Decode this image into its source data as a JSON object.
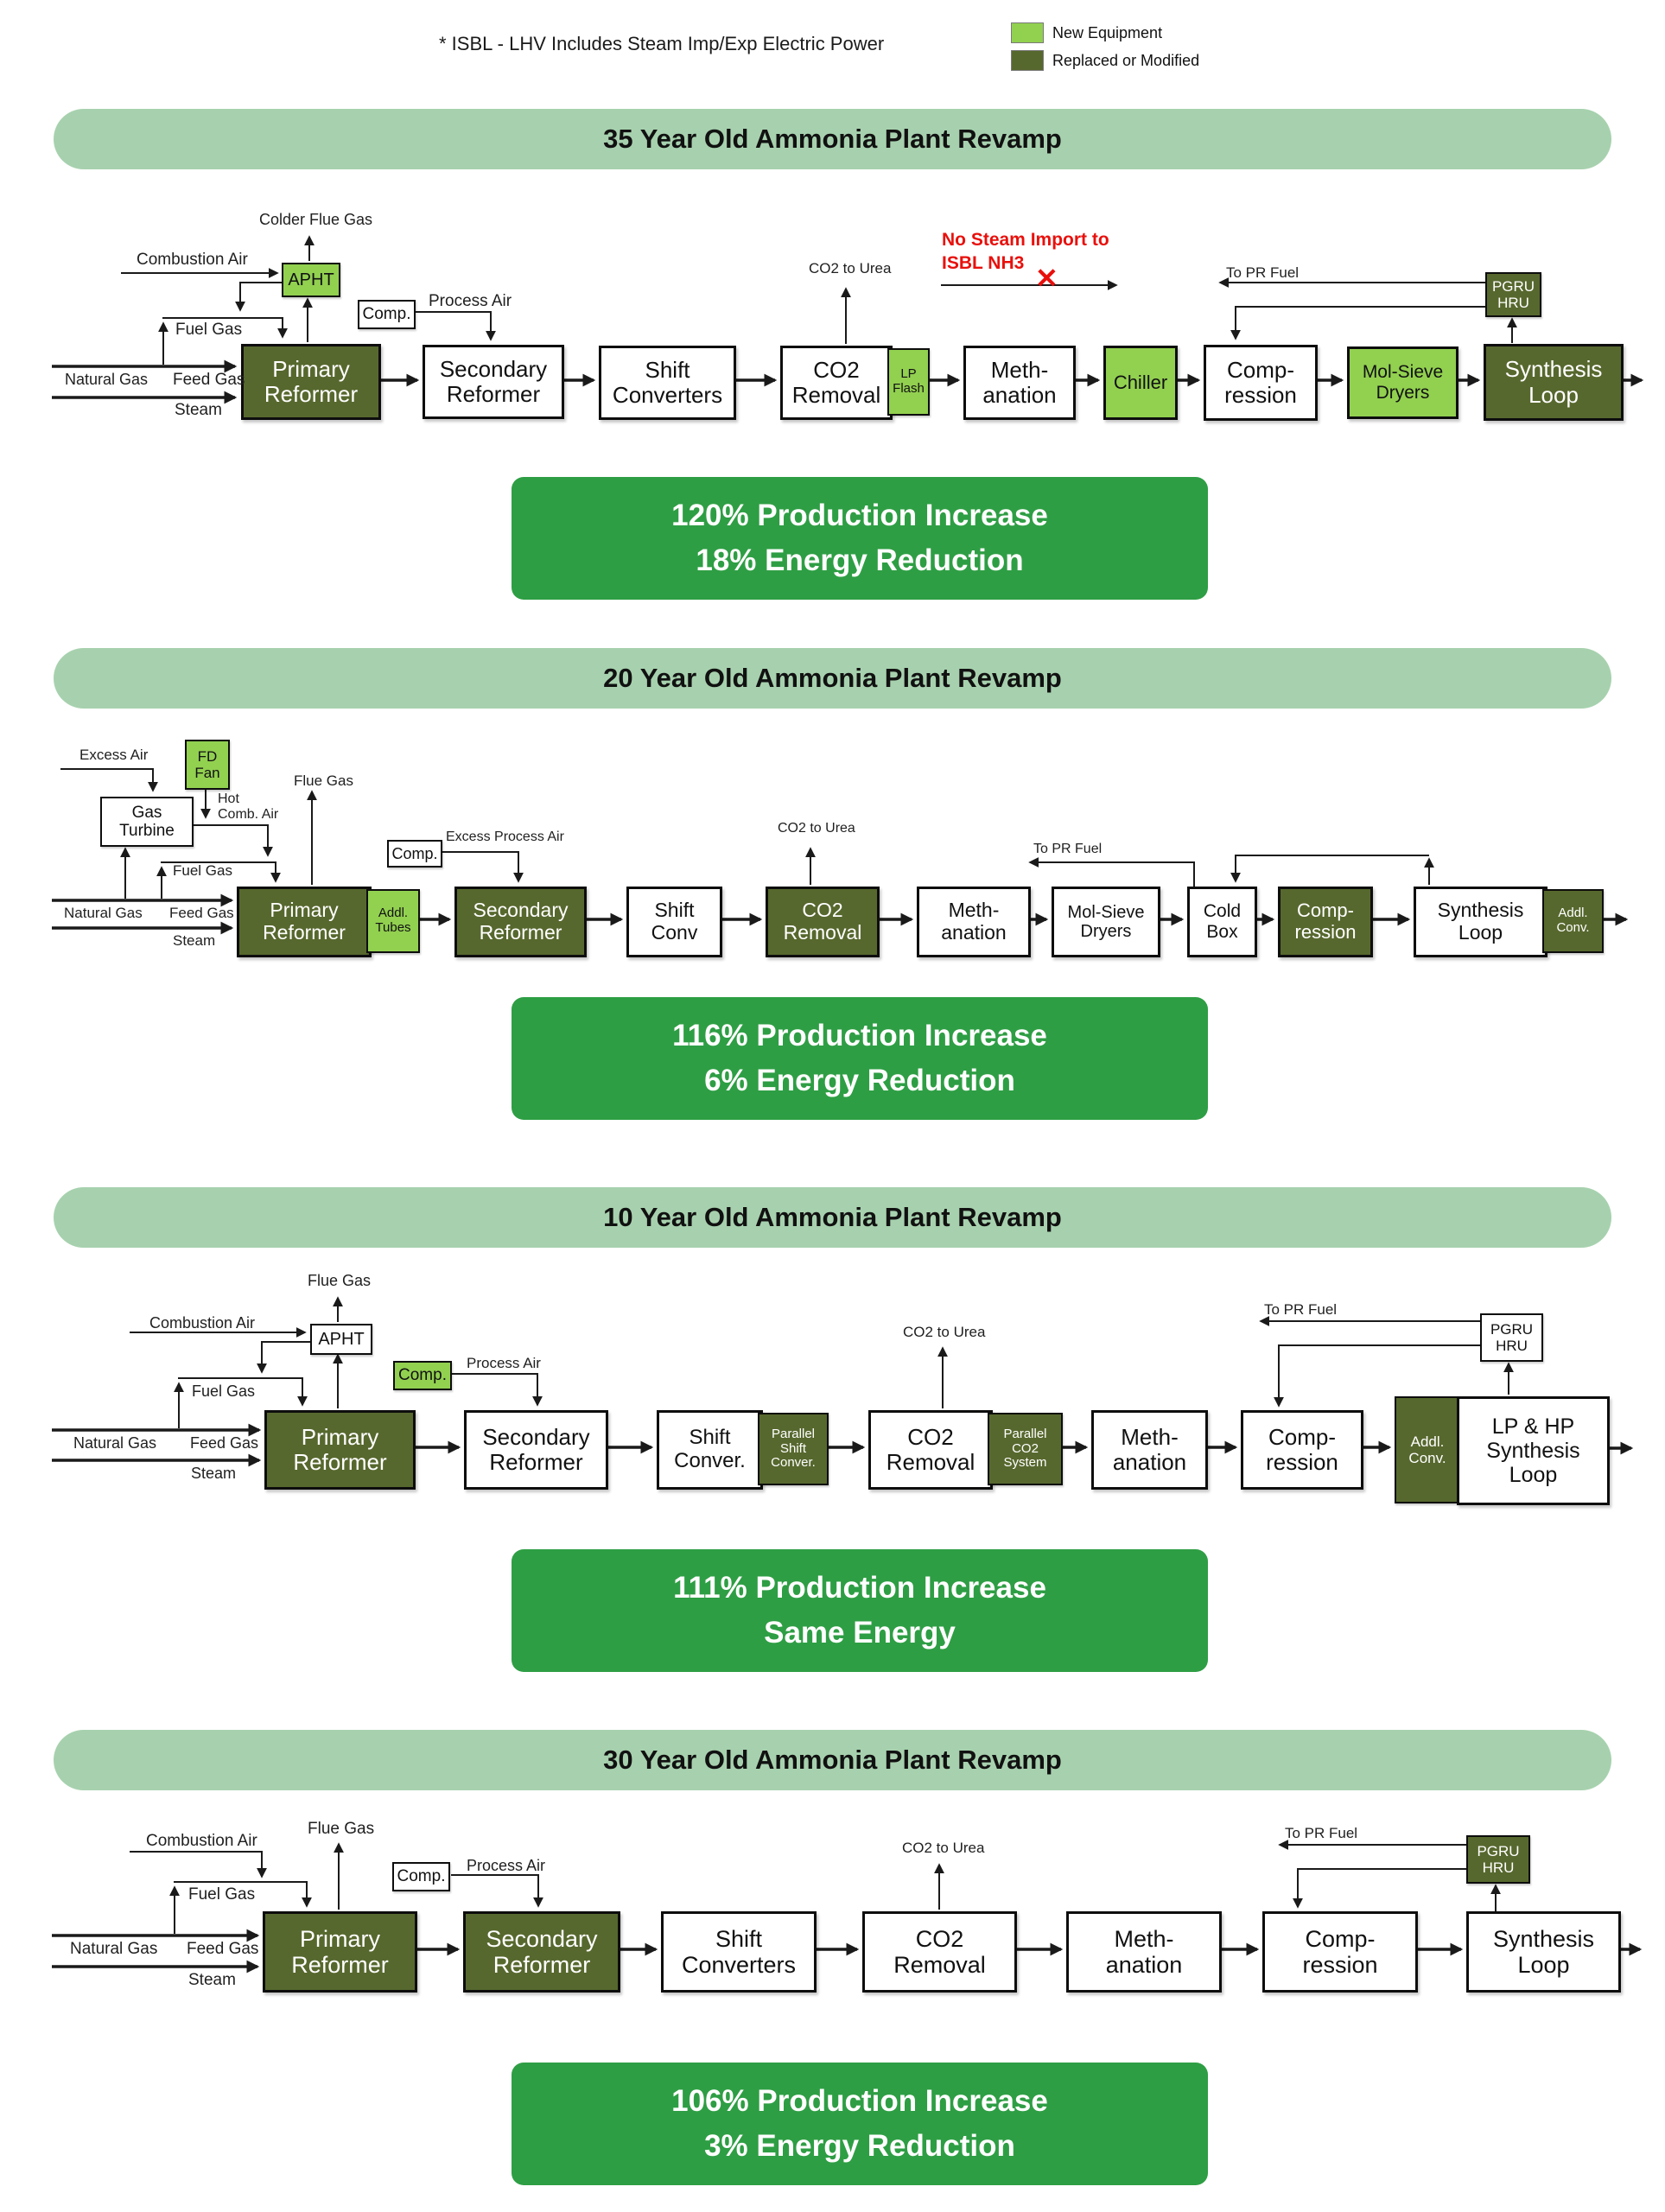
{
  "header": {
    "note": "* ISBL - LHV Includes Steam Imp/Exp Electric Power",
    "legend": [
      {
        "label": "New Equipment",
        "color": "#92d050"
      },
      {
        "label": "Replaced or Modified",
        "color": "#57682e"
      }
    ]
  },
  "colors": {
    "new_equipment_green": "#92d050",
    "replaced_modified_green": "#57682e",
    "banner_green": "#a7d1ae",
    "result_green": "#2e9e44",
    "warning_red": "#e8100c"
  },
  "icons": {
    "crossout": "✕"
  },
  "sections": [
    {
      "title": "35 Year Old Ammonia Plant Revamp",
      "labels": {
        "colder_flue_gas": "Colder Flue Gas",
        "combustion_air": "Combustion Air",
        "fuel_gas": "Fuel Gas",
        "natural_gas": "Natural Gas",
        "feed_gas": "Feed Gas",
        "steam": "Steam",
        "process_air": "Process Air",
        "co2_to_urea": "CO2 to Urea",
        "no_steam_import_1": "No Steam Import to",
        "no_steam_import_2": "ISBL NH3",
        "to_pr_fuel": "To PR Fuel"
      },
      "boxes": {
        "apht": "APHT",
        "comp": "Comp.",
        "primary": "Primary\nReformer",
        "secondary": "Secondary\nReformer",
        "shift": "Shift\nConverters",
        "co2": "CO2\nRemoval",
        "lp_flash": "LP\nFlash",
        "meth": "Meth-\nanation",
        "chiller": "Chiller",
        "compression": "Comp-\nression",
        "molsieve": "Mol-Sieve\nDryers",
        "synthesis": "Synthesis\nLoop",
        "pgru": "PGRU\nHRU"
      },
      "result": {
        "line1": "120% Production Increase",
        "line2": "18% Energy Reduction"
      }
    },
    {
      "title": "20 Year Old Ammonia Plant Revamp",
      "labels": {
        "excess_air": "Excess Air",
        "hot_comb_air": "Hot\nComb. Air",
        "flue_gas": "Flue Gas",
        "fuel_gas": "Fuel Gas",
        "natural_gas": "Natural Gas",
        "feed_gas": "Feed Gas",
        "steam": "Steam",
        "excess_process_air": "Excess Process Air",
        "co2_to_urea": "CO2 to Urea",
        "to_pr_fuel": "To PR  Fuel"
      },
      "boxes": {
        "gas_turbine": "Gas\nTurbine",
        "fd_fan": "FD\nFan",
        "comp": "Comp.",
        "primary": "Primary\nReformer",
        "addl_tubes": "Addl.\nTubes",
        "secondary": "Secondary\nReformer",
        "shift": "Shift\nConv",
        "co2": "CO2\nRemoval",
        "meth": "Meth-\nanation",
        "molsieve": "Mol-Sieve\nDryers",
        "cold_box": "Cold\nBox",
        "compression": "Comp-\nression",
        "synthesis": "Synthesis\nLoop",
        "addl_conv": "Addl.\nConv."
      },
      "result": {
        "line1": "116% Production Increase",
        "line2": "6% Energy Reduction"
      }
    },
    {
      "title": "10 Year Old Ammonia Plant Revamp",
      "labels": {
        "flue_gas": "Flue Gas",
        "combustion_air": "Combustion Air",
        "fuel_gas": "Fuel Gas",
        "natural_gas": "Natural Gas",
        "feed_gas": "Feed Gas",
        "steam": "Steam",
        "process_air": "Process Air",
        "co2_to_urea": "CO2 to Urea",
        "to_pr_fuel": "To PR  Fuel"
      },
      "boxes": {
        "apht": "APHT",
        "comp": "Comp.",
        "primary": "Primary\nReformer",
        "secondary": "Secondary\nReformer",
        "shift": "Shift\nConver.",
        "parallel_shift": "Parallel\nShift\nConver.",
        "co2": "CO2\nRemoval",
        "parallel_co2": "Parallel\nCO2\nSystem",
        "meth": "Meth-\nanation",
        "compression": "Comp-\nression",
        "addl_conv": "Addl.\nConv.",
        "synthesis": "LP & HP\nSynthesis\nLoop",
        "pgru": "PGRU\nHRU"
      },
      "result": {
        "line1": "111% Production Increase",
        "line2": "Same Energy"
      }
    },
    {
      "title": "30 Year Old Ammonia Plant Revamp",
      "labels": {
        "combustion_air": "Combustion Air",
        "flue_gas": "Flue Gas",
        "fuel_gas": "Fuel Gas",
        "natural_gas": "Natural Gas",
        "feed_gas": "Feed Gas",
        "steam": "Steam",
        "process_air": "Process Air",
        "co2_to_urea": "CO2 to Urea",
        "to_pr_fuel": "To PR  Fuel"
      },
      "boxes": {
        "comp": "Comp.",
        "primary": "Primary\nReformer",
        "secondary": "Secondary\nReformer",
        "shift": "Shift\nConverters",
        "co2": "CO2\nRemoval",
        "meth": "Meth-\nanation",
        "compression": "Comp-\nression",
        "synthesis": "Synthesis\nLoop",
        "pgru": "PGRU\nHRU"
      },
      "result": {
        "line1": "106% Production Increase",
        "line2": "3% Energy Reduction"
      }
    }
  ]
}
